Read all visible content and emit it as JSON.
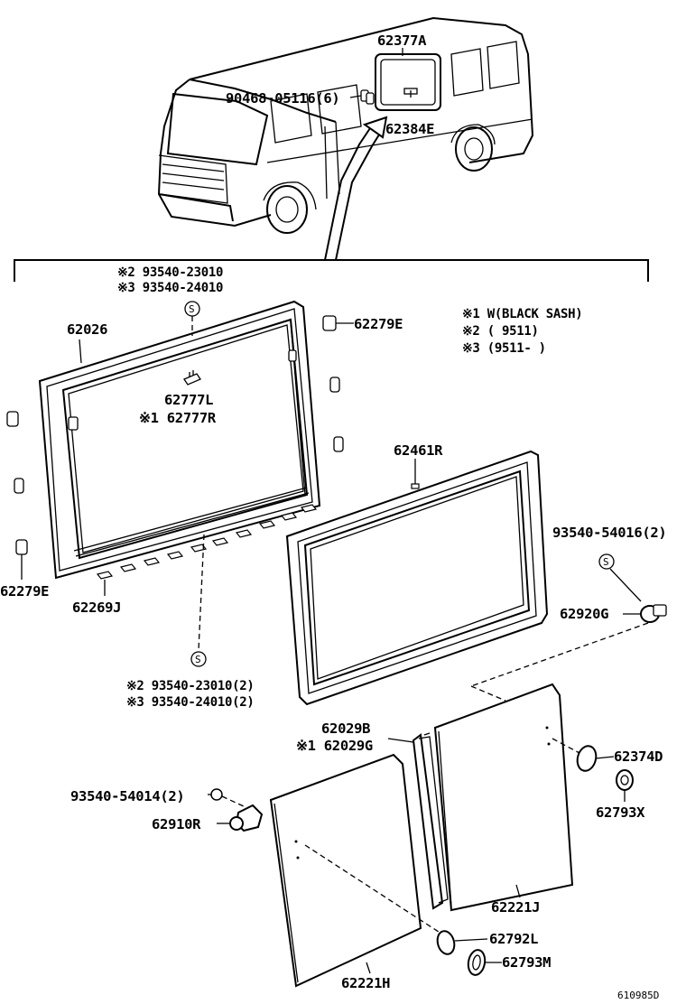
{
  "labels": {
    "p62377A": "62377A",
    "p90468": "90468-05116(6)",
    "p62384E": "62384E",
    "s2_top": "※2 93540-23010",
    "s3_top": "※3 93540-24010",
    "p62026": "62026",
    "p62279E_top": "62279E",
    "p62777L": "62777L",
    "p62777R": "※1 62777R",
    "p62461R": "62461R",
    "p62279E_bot": "62279E",
    "p62269J": "62269J",
    "p93540_54016": "93540-54016(2)",
    "p62920G": "62920G",
    "s2_bot": "※2 93540-23010(2)",
    "s3_bot": "※3 93540-24010(2)",
    "p62029B": "62029B",
    "p62029G": "※1 62029G",
    "p62374D": "62374D",
    "p62793X": "62793X",
    "p93540_54014": "93540-54014(2)",
    "p62910R": "62910R",
    "p62221J": "62221J",
    "p62792L": "62792L",
    "p62793M": "62793M",
    "p62221H": "62221H",
    "code": "610985D",
    "screw_mark": "S"
  },
  "legend": {
    "row1": "※1  W(BLACK SASH)",
    "row2": "※2  (        9511)",
    "row3": "※3  (9511-       )"
  }
}
